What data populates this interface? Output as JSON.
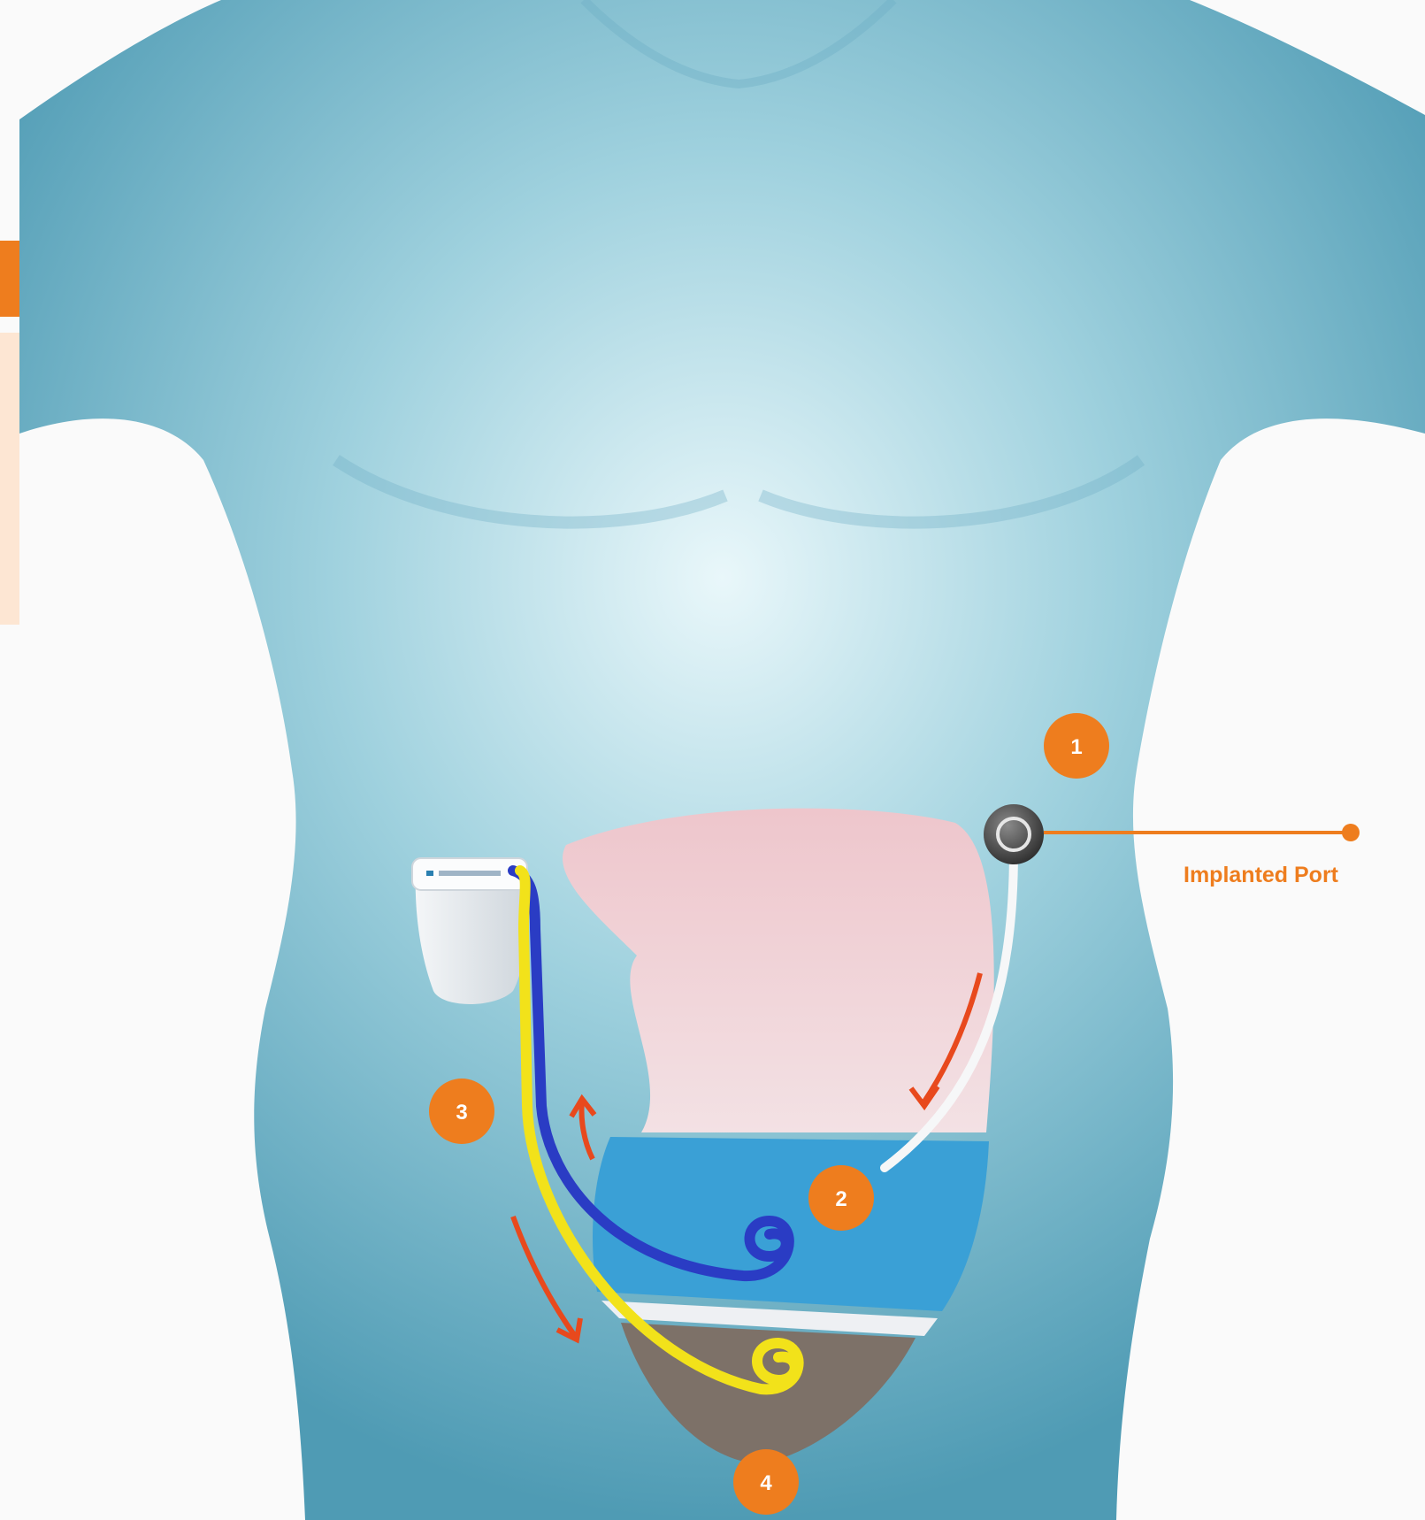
{
  "colors": {
    "accent": "#ee7d1e",
    "accent_light": "#fde6d3",
    "flow_arrow": "#e8491d",
    "tube_blue": "#2a3cc4",
    "tube_yellow": "#f2e21a",
    "skin_light": "#e9f7fa",
    "skin_mid": "#9fd1de",
    "skin_dark": "#4f9bb4",
    "gallbladder_pink": "#eec6cc",
    "bladder_fluid": "#3aa0d6",
    "sediment": "#7d7168"
  },
  "callouts": [
    {
      "number": "1"
    },
    {
      "number": "2"
    },
    {
      "number": "3"
    },
    {
      "number": "4"
    }
  ],
  "port": {
    "label": "Implanted Port"
  }
}
